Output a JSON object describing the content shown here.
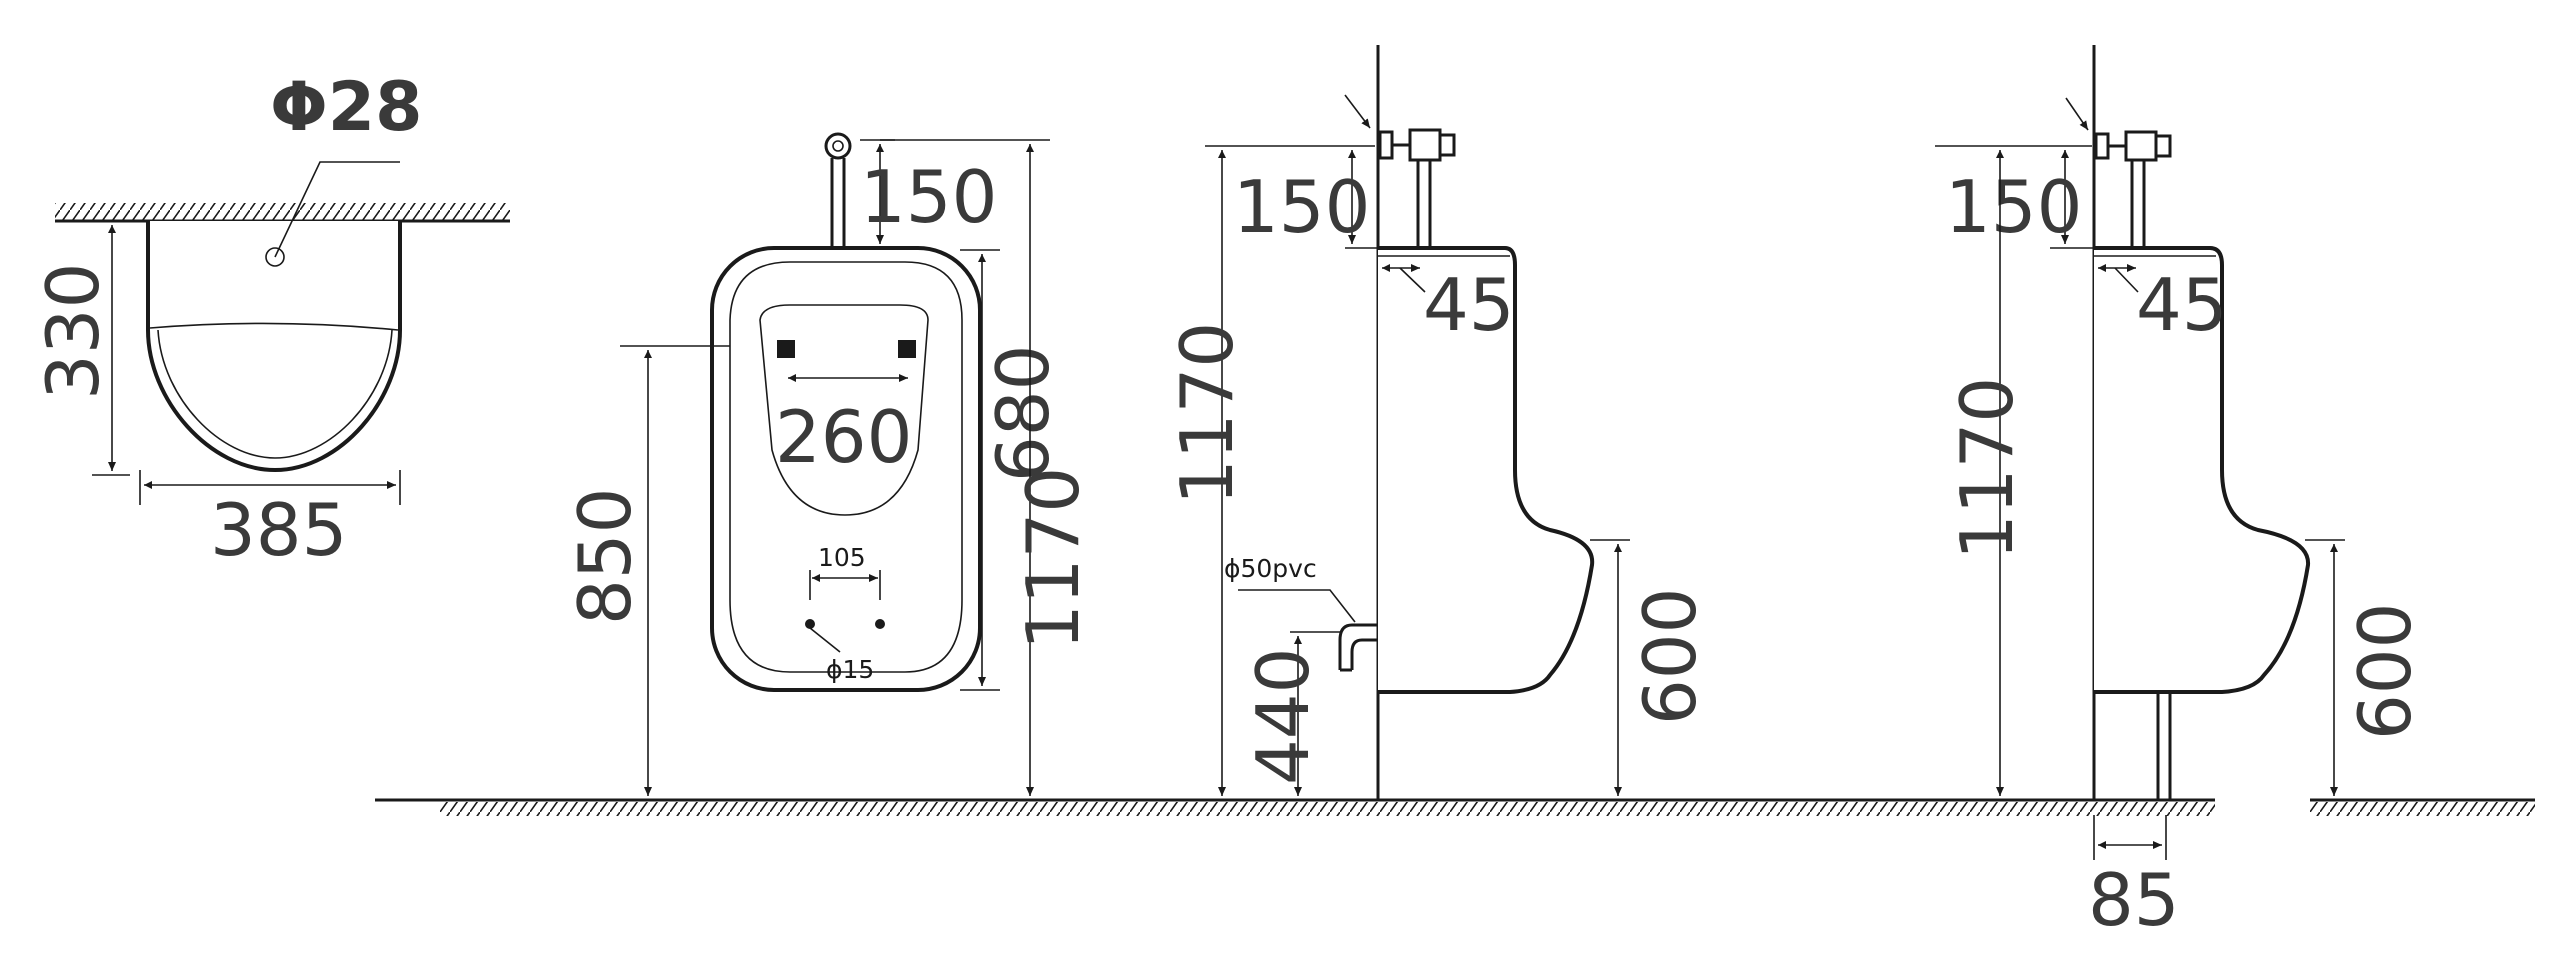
{
  "labels": {
    "top_pipe_diameter": "Φ28",
    "top_depth": "330",
    "top_width": "385",
    "front_pipe_150": "150",
    "front_inner_width": "260",
    "front_height_680": "680",
    "front_total_1170": "1170",
    "front_mount_850": "850",
    "front_hole_spacing": "105",
    "front_hole_diameter": "ϕ15",
    "side1_pipe_150": "150",
    "side1_offset_45": "45",
    "side1_total_1170": "1170",
    "side1_drain_label": "ϕ50pvc",
    "side1_drain_height": "440",
    "side1_lip_600": "600",
    "side2_pipe_150": "150",
    "side2_offset_45": "45",
    "side2_total_1170": "1170",
    "side2_lip_600": "600",
    "side2_floor_drain_85": "85"
  }
}
